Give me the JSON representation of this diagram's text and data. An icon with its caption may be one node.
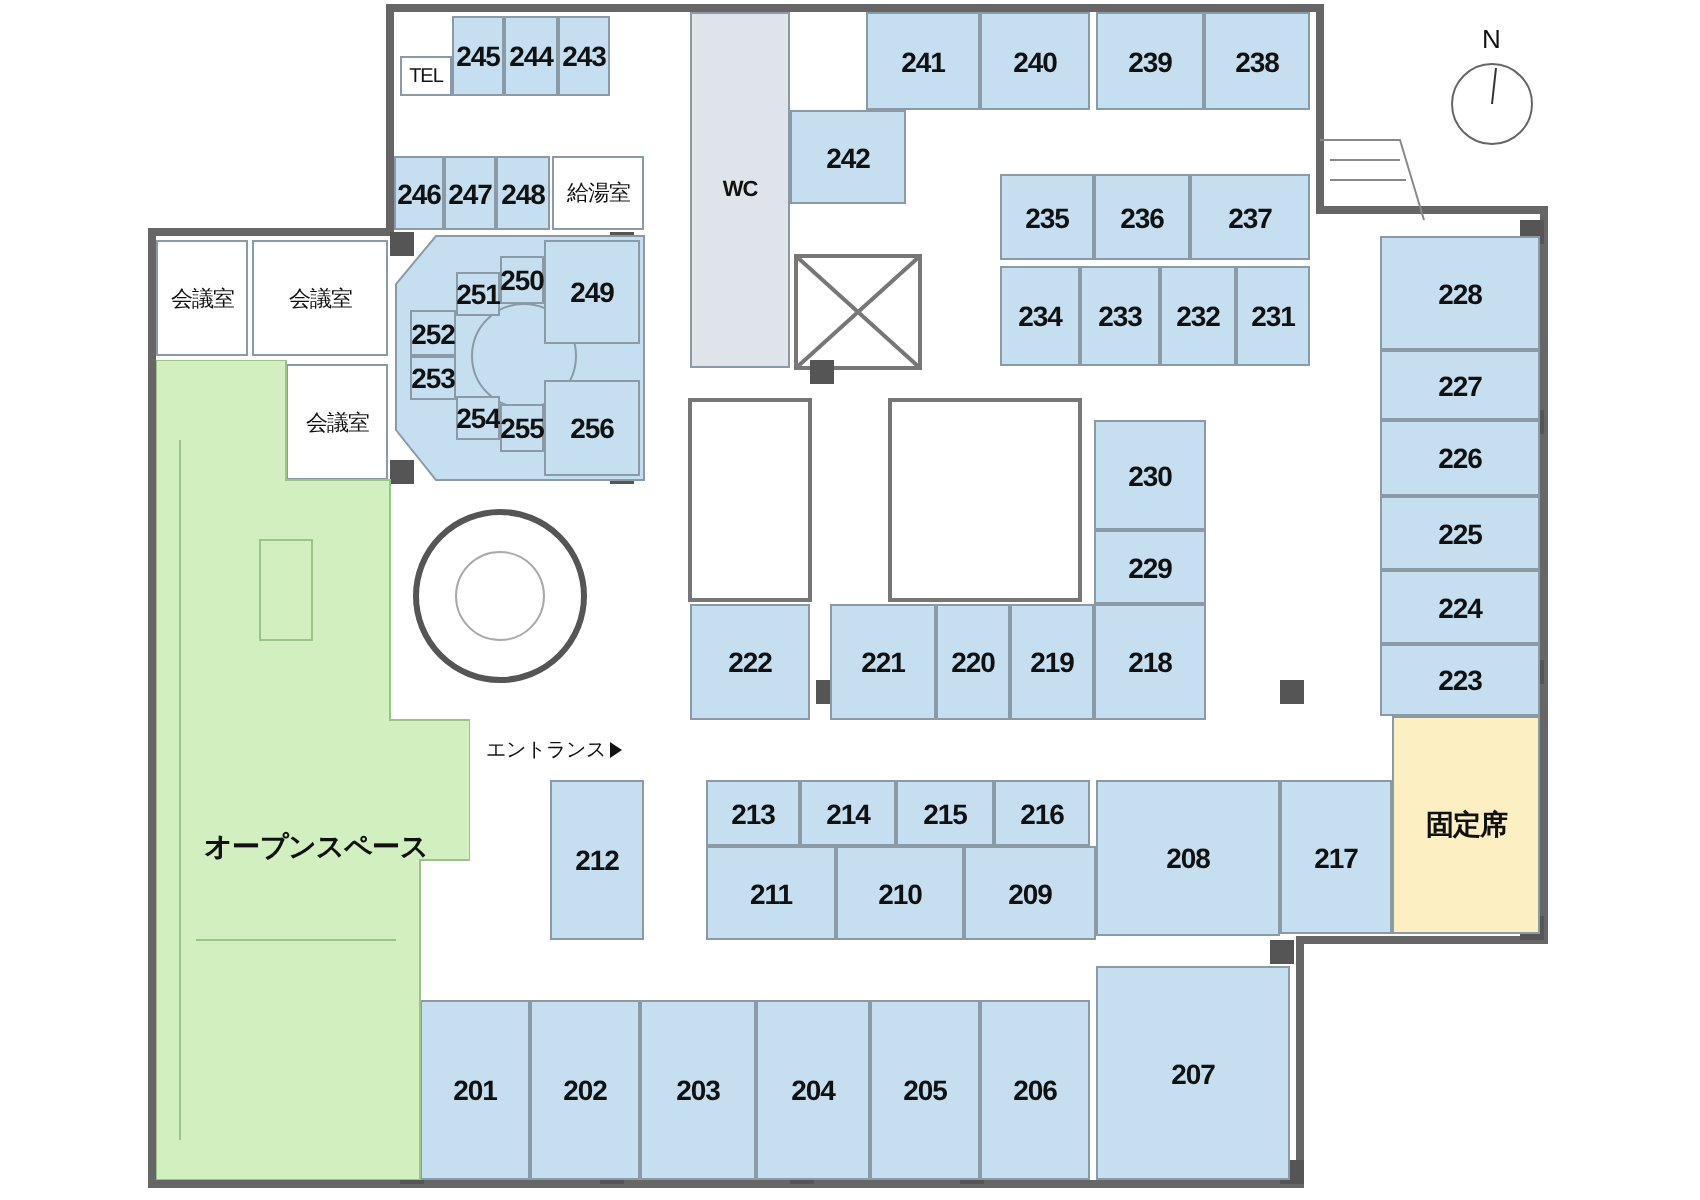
{
  "diagram": {
    "nodes": [
      {
        "text": [
          "245"
        ]
      },
      {
        "text": [
          "244"
        ]
      },
      {
        "text": [
          "243"
        ]
      },
      {
        "text": [
          "241"
        ]
      },
      {
        "text": [
          "240"
        ]
      },
      {
        "text": [
          "239"
        ]
      },
      {
        "text": [
          "238"
        ]
      },
      {
        "text": [
          "WC"
        ]
      },
      {
        "text": [
          "242"
        ]
      },
      {
        "text": [
          "TEL"
        ]
      },
      {
        "text": [
          "246"
        ]
      },
      {
        "text": [
          "247"
        ]
      },
      {
        "text": [
          "248"
        ]
      },
      {
        "text": [
          "給湯室"
        ]
      },
      {
        "text": [
          "235"
        ]
      },
      {
        "text": [
          "236"
        ]
      },
      {
        "text": [
          "237"
        ]
      },
      {
        "text": [
          "会議室"
        ]
      },
      {
        "text": [
          "会議室"
        ]
      },
      {
        "text": [
          "250"
        ]
      },
      {
        "text": [
          "249"
        ]
      },
      {
        "text": [
          "251"
        ]
      },
      {
        "text": [
          "252"
        ]
      },
      {
        "text": [
          "234"
        ]
      },
      {
        "text": [
          "233"
        ]
      },
      {
        "text": [
          "232"
        ]
      },
      {
        "text": [
          "231"
        ]
      },
      {
        "text": [
          "228"
        ]
      },
      {
        "text": [
          "227"
        ]
      },
      {
        "text": [
          "253"
        ]
      },
      {
        "text": [
          "会議室"
        ]
      },
      {
        "text": [
          "オープンスペース"
        ]
      },
      {
        "text": [
          "254"
        ]
      },
      {
        "text": [
          "255"
        ]
      },
      {
        "text": [
          "256"
        ]
      },
      {
        "text": [
          "226"
        ]
      },
      {
        "text": [
          "230"
        ]
      },
      {
        "text": [
          "225"
        ]
      },
      {
        "text": [
          "229"
        ]
      },
      {
        "text": [
          "224"
        ]
      },
      {
        "text": [
          "222"
        ]
      },
      {
        "text": [
          "221"
        ]
      },
      {
        "text": [
          "220"
        ]
      },
      {
        "text": [
          "219"
        ]
      },
      {
        "text": [
          "218"
        ]
      },
      {
        "text": [
          "223"
        ]
      },
      {
        "text": [
          "固定席"
        ]
      },
      {
        "text": [
          "213"
        ]
      },
      {
        "text": [
          "214"
        ]
      },
      {
        "text": [
          "215"
        ]
      },
      {
        "text": [
          "216"
        ]
      },
      {
        "text": [
          "212"
        ]
      },
      {
        "text": [
          "208"
        ]
      },
      {
        "text": [
          "217"
        ]
      },
      {
        "text": [
          "211"
        ]
      },
      {
        "text": [
          "210"
        ]
      },
      {
        "text": [
          "209"
        ]
      },
      {
        "text": [
          "207"
        ]
      },
      {
        "text": [
          "201"
        ]
      },
      {
        "text": [
          "202"
        ]
      },
      {
        "text": [
          "203"
        ]
      },
      {
        "text": [
          "204"
        ]
      },
      {
        "text": [
          "205"
        ]
      },
      {
        "text": [
          "206"
        ]
      }
    ],
    "labels": [
      "N",
      "エントランス"
    ]
  }
}
